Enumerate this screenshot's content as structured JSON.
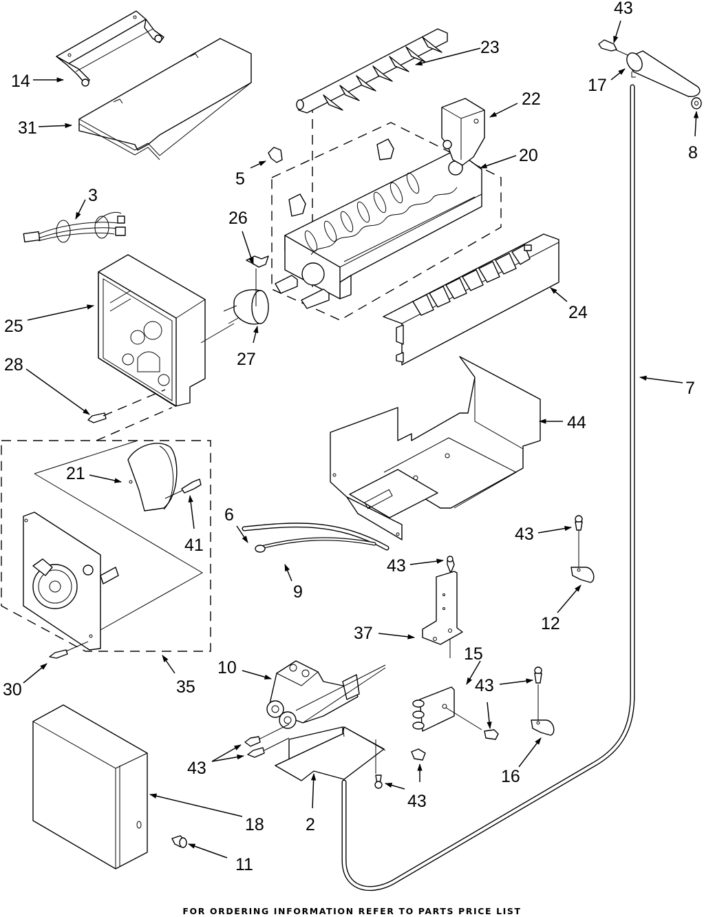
{
  "diagram": {
    "title": "Icemaker Parts",
    "footer": "FOR ORDERING INFORMATION REFER TO PARTS PRICE LIST",
    "callouts": [
      {
        "id": "c14",
        "label": "14",
        "part": "ice-bin-door-hinge"
      },
      {
        "id": "c31",
        "label": "31",
        "part": "bin-door"
      },
      {
        "id": "c3",
        "label": "3",
        "part": "wire-harness"
      },
      {
        "id": "c25",
        "label": "25",
        "part": "icemaker-housing"
      },
      {
        "id": "c28",
        "label": "28",
        "part": "screw"
      },
      {
        "id": "c5",
        "label": "5",
        "part": "clip"
      },
      {
        "id": "c26",
        "label": "26",
        "part": "thermostat-clip"
      },
      {
        "id": "c27",
        "label": "27",
        "part": "thermostat"
      },
      {
        "id": "c23",
        "label": "23",
        "part": "ejector-blade"
      },
      {
        "id": "c22",
        "label": "22",
        "part": "fill-cup"
      },
      {
        "id": "c20",
        "label": "20",
        "part": "icemaker-mold"
      },
      {
        "id": "c24",
        "label": "24",
        "part": "stripper"
      },
      {
        "id": "c43a",
        "label": "43",
        "part": "screw-top"
      },
      {
        "id": "c17",
        "label": "17",
        "part": "fill-tube"
      },
      {
        "id": "c8",
        "label": "8",
        "part": "grommet"
      },
      {
        "id": "c7",
        "label": "7",
        "part": "water-tube"
      },
      {
        "id": "c44",
        "label": "44",
        "part": "bracket"
      },
      {
        "id": "c21",
        "label": "21",
        "part": "motor"
      },
      {
        "id": "c41",
        "label": "41",
        "part": "motor-screw"
      },
      {
        "id": "c35",
        "label": "35",
        "part": "module-assembly"
      },
      {
        "id": "c30",
        "label": "30",
        "part": "module-screw"
      },
      {
        "id": "c6",
        "label": "6",
        "part": "tube"
      },
      {
        "id": "c9",
        "label": "9",
        "part": "tube-with-cap"
      },
      {
        "id": "c43b",
        "label": "43",
        "part": "screw-37"
      },
      {
        "id": "c37",
        "label": "37",
        "part": "valve-bracket"
      },
      {
        "id": "c43c",
        "label": "43",
        "part": "screw-12"
      },
      {
        "id": "c12",
        "label": "12",
        "part": "tube-clamp"
      },
      {
        "id": "c10",
        "label": "10",
        "part": "water-valve"
      },
      {
        "id": "c15",
        "label": "15",
        "part": "tube-clamp-bracket"
      },
      {
        "id": "c43d",
        "label": "43",
        "part": "screw-16"
      },
      {
        "id": "c43e",
        "label": "43",
        "part": "screw-15"
      },
      {
        "id": "c16",
        "label": "16",
        "part": "tube-clamp-lower"
      },
      {
        "id": "c43f",
        "label": "43",
        "part": "valve-screws"
      },
      {
        "id": "c43g",
        "label": "43",
        "part": "shield-screws"
      },
      {
        "id": "c2",
        "label": "2",
        "part": "valve-shield"
      },
      {
        "id": "c18",
        "label": "18",
        "part": "valve-cover"
      },
      {
        "id": "c11",
        "label": "11",
        "part": "cover-fastener"
      }
    ]
  }
}
